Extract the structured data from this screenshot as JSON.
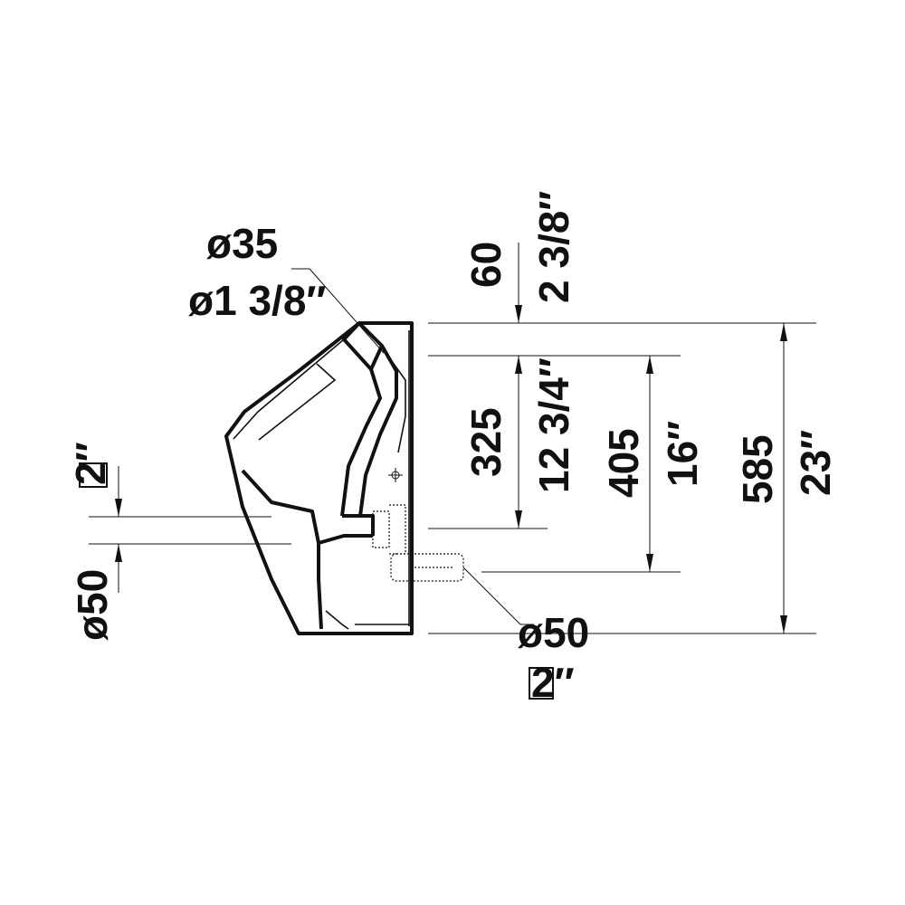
{
  "top_left": {
    "diameter_mm": "ø35",
    "diameter_in": "ø1 3/8″"
  },
  "left_side": {
    "diameter_in": "2″",
    "diameter_mm": "ø50"
  },
  "top_offset": {
    "mm": "60",
    "in": "2 3/8″"
  },
  "dim_325": {
    "mm": "325",
    "in": "12 3/4″"
  },
  "dim_405": {
    "mm": "405",
    "in": "16″"
  },
  "dim_585": {
    "mm": "585",
    "in": "23″"
  },
  "bottom_outlet": {
    "diameter_mm": "ø50",
    "diameter_in": "2″"
  }
}
